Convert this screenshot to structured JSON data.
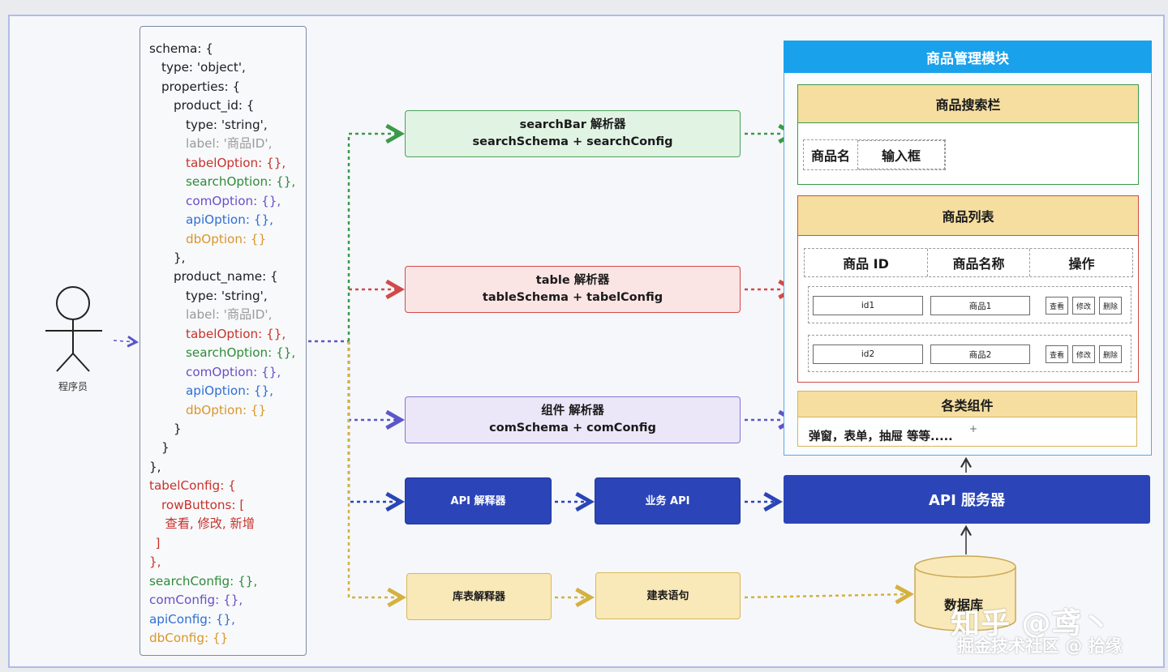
{
  "actor": {
    "label": "程序员"
  },
  "code": [
    {
      "text": "schema: {",
      "cls": "c-k",
      "indent": 0
    },
    {
      "text": "type: 'object',",
      "cls": "c-k",
      "indent": 1
    },
    {
      "text": "properties: {",
      "cls": "c-k",
      "indent": 1
    },
    {
      "text": "product_id: {",
      "cls": "c-k",
      "indent": 2
    },
    {
      "text": "type: 'string',",
      "cls": "c-k",
      "indent": 3
    },
    {
      "text": "label: '商品ID',",
      "cls": "c-g",
      "indent": 3
    },
    {
      "text": "tabelOption: {},",
      "cls": "c-r",
      "indent": 3
    },
    {
      "text": "searchOption: {},",
      "cls": "c-gr",
      "indent": 3
    },
    {
      "text": "comOption: {},",
      "cls": "c-p",
      "indent": 3
    },
    {
      "text": "apiOption: {},",
      "cls": "c-b",
      "indent": 3
    },
    {
      "text": "dbOption: {}",
      "cls": "c-o",
      "indent": 3
    },
    {
      "text": "},",
      "cls": "c-k",
      "indent": 2
    },
    {
      "text": "product_name: {",
      "cls": "c-k",
      "indent": 2
    },
    {
      "text": "type: 'string',",
      "cls": "c-k",
      "indent": 3
    },
    {
      "text": "label: '商品ID',",
      "cls": "c-g",
      "indent": 3
    },
    {
      "text": "tabelOption: {},",
      "cls": "c-r",
      "indent": 3
    },
    {
      "text": "searchOption: {},",
      "cls": "c-gr",
      "indent": 3
    },
    {
      "text": "comOption: {},",
      "cls": "c-p",
      "indent": 3
    },
    {
      "text": "apiOption: {},",
      "cls": "c-b",
      "indent": 3
    },
    {
      "text": "dbOption: {}",
      "cls": "c-o",
      "indent": 3
    },
    {
      "text": "}",
      "cls": "c-k",
      "indent": 2
    },
    {
      "text": "}",
      "cls": "c-k",
      "indent": 1
    },
    {
      "text": "},",
      "cls": "c-k",
      "indent": 0
    },
    {
      "text": "tabelConfig: {",
      "cls": "c-r",
      "indent": 0
    },
    {
      "text": "rowButtons: [",
      "cls": "c-r",
      "indent": 1
    },
    {
      "text": "查看, 修改, 新增",
      "cls": "c-r",
      "indent": 1.3
    },
    {
      "text": "]",
      "cls": "c-r",
      "indent": 0.5
    },
    {
      "text": "},",
      "cls": "c-r",
      "indent": 0
    },
    {
      "text": "searchConfig: {},",
      "cls": "c-gr",
      "indent": 0
    },
    {
      "text": "comConfig: {},",
      "cls": "c-p",
      "indent": 0
    },
    {
      "text": "apiConfig: {},",
      "cls": "c-b",
      "indent": 0
    },
    {
      "text": "dbConfig: {}",
      "cls": "c-o",
      "indent": 0
    }
  ],
  "parsers": {
    "search": {
      "line1": "searchBar 解析器",
      "line2": "searchSchema + searchConfig"
    },
    "table": {
      "line1": "table 解析器",
      "line2": "tableSchema + tabelConfig"
    },
    "com": {
      "line1": "组件 解析器",
      "line2": "comSchema + comConfig"
    },
    "api": "API 解释器",
    "biz_api": "业务 API",
    "db": "库表解释器",
    "ddl": "建表语句"
  },
  "module": {
    "title": "商品管理模块",
    "search_bar": {
      "title": "商品搜索栏",
      "field_label": "商品名",
      "input": "输入框"
    },
    "list": {
      "title": "商品列表",
      "columns": [
        "商品 ID",
        "商品名称",
        "操作"
      ],
      "rows": [
        {
          "id": "id1",
          "name": "商品1"
        },
        {
          "id": "id2",
          "name": "商品2"
        }
      ],
      "buttons": [
        "查看",
        "修改",
        "删除"
      ]
    },
    "components": {
      "title": "各类组件",
      "text": "弹窗，表单，抽屉 等等.....",
      "plus": "+"
    }
  },
  "api_server": "API 服务器",
  "database": "数据库",
  "watermark": {
    "line1": "知乎 @鸢丶",
    "line2": "掘金技术社区 @ 拾缘"
  },
  "colors": {
    "green": "#3a9a4a",
    "red": "#d14a4a",
    "purple": "#5b57c9",
    "blue": "#2b45b8",
    "yellow": "#d4b13f",
    "header_blue": "#1aa1ec"
  }
}
